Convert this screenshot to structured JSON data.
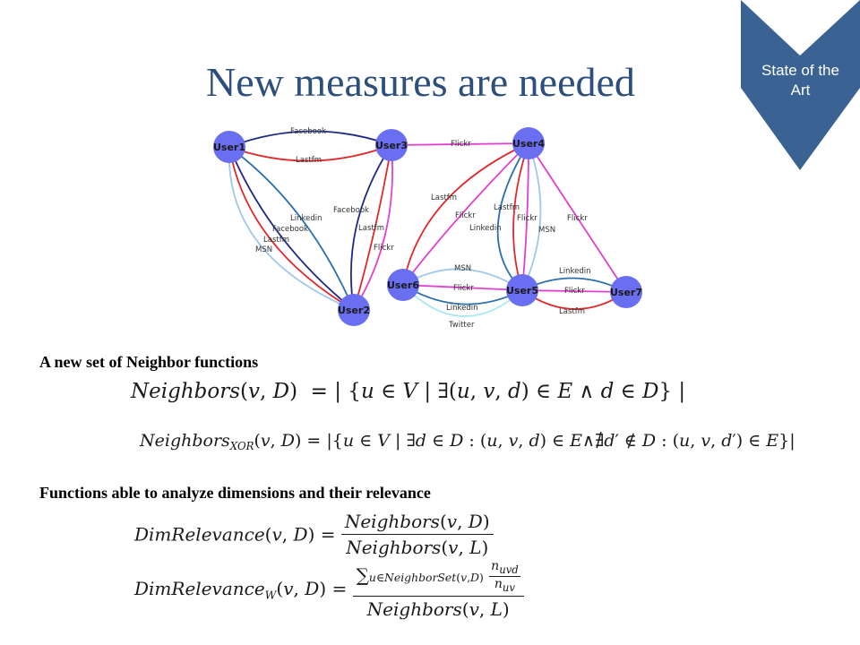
{
  "badge": {
    "label_line1": "State of the",
    "label_line2": "Art",
    "color": "#3a6393"
  },
  "title": "New measures are needed",
  "graph": {
    "nodes": [
      "User1",
      "User3",
      "User4",
      "User2",
      "User6",
      "User5",
      "User7"
    ],
    "edge_labels": {
      "u1_u3_facebook": "Facebook",
      "u1_u3_lastfm": "Lastfm",
      "u3_u4_flickr": "Flickr",
      "u1_u2_linkedin": "Linkedin",
      "u1_u2_facebook": "Facebook",
      "u1_u2_lastfm": "Lastfm",
      "u1_u2_msn": "MSN",
      "u3_u2_facebook": "Facebook",
      "u3_u2_lastfm": "Lastfm",
      "u3_u2_flickr": "Flickr",
      "u4_u6_lastfm": "Lastfm",
      "u4_u6_flickr": "Flickr",
      "u4_u5_linkedin": "Linkedin",
      "u4_u5_lastfm": "Lastfm",
      "u4_u5_flickr": "Flickr",
      "u4_u5_msn": "MSN",
      "u4_u7_flickr": "Flickr",
      "u6_u5_msn": "MSN",
      "u6_u5_flickr": "Flickr",
      "u6_u5_linkedin": "Linkedin",
      "u6_u5_twitter": "Twitter",
      "u5_u7_linkedin": "Linkedin",
      "u5_u7_flickr": "Flickr",
      "u5_u7_lastfm": "Lastfm"
    },
    "colors": {
      "node": "#6a6ef0",
      "facebook": "#1e2a8a",
      "lastfm": "#e0282a",
      "linkedin": "#2a6fb0",
      "msn": "#9fc8ea",
      "flickr": "#e040d0",
      "twitter": "#a8e8f0"
    }
  },
  "section1": "A new set of Neighbor functions",
  "section2": "Functions able to analyze dimensions and their relevance"
}
